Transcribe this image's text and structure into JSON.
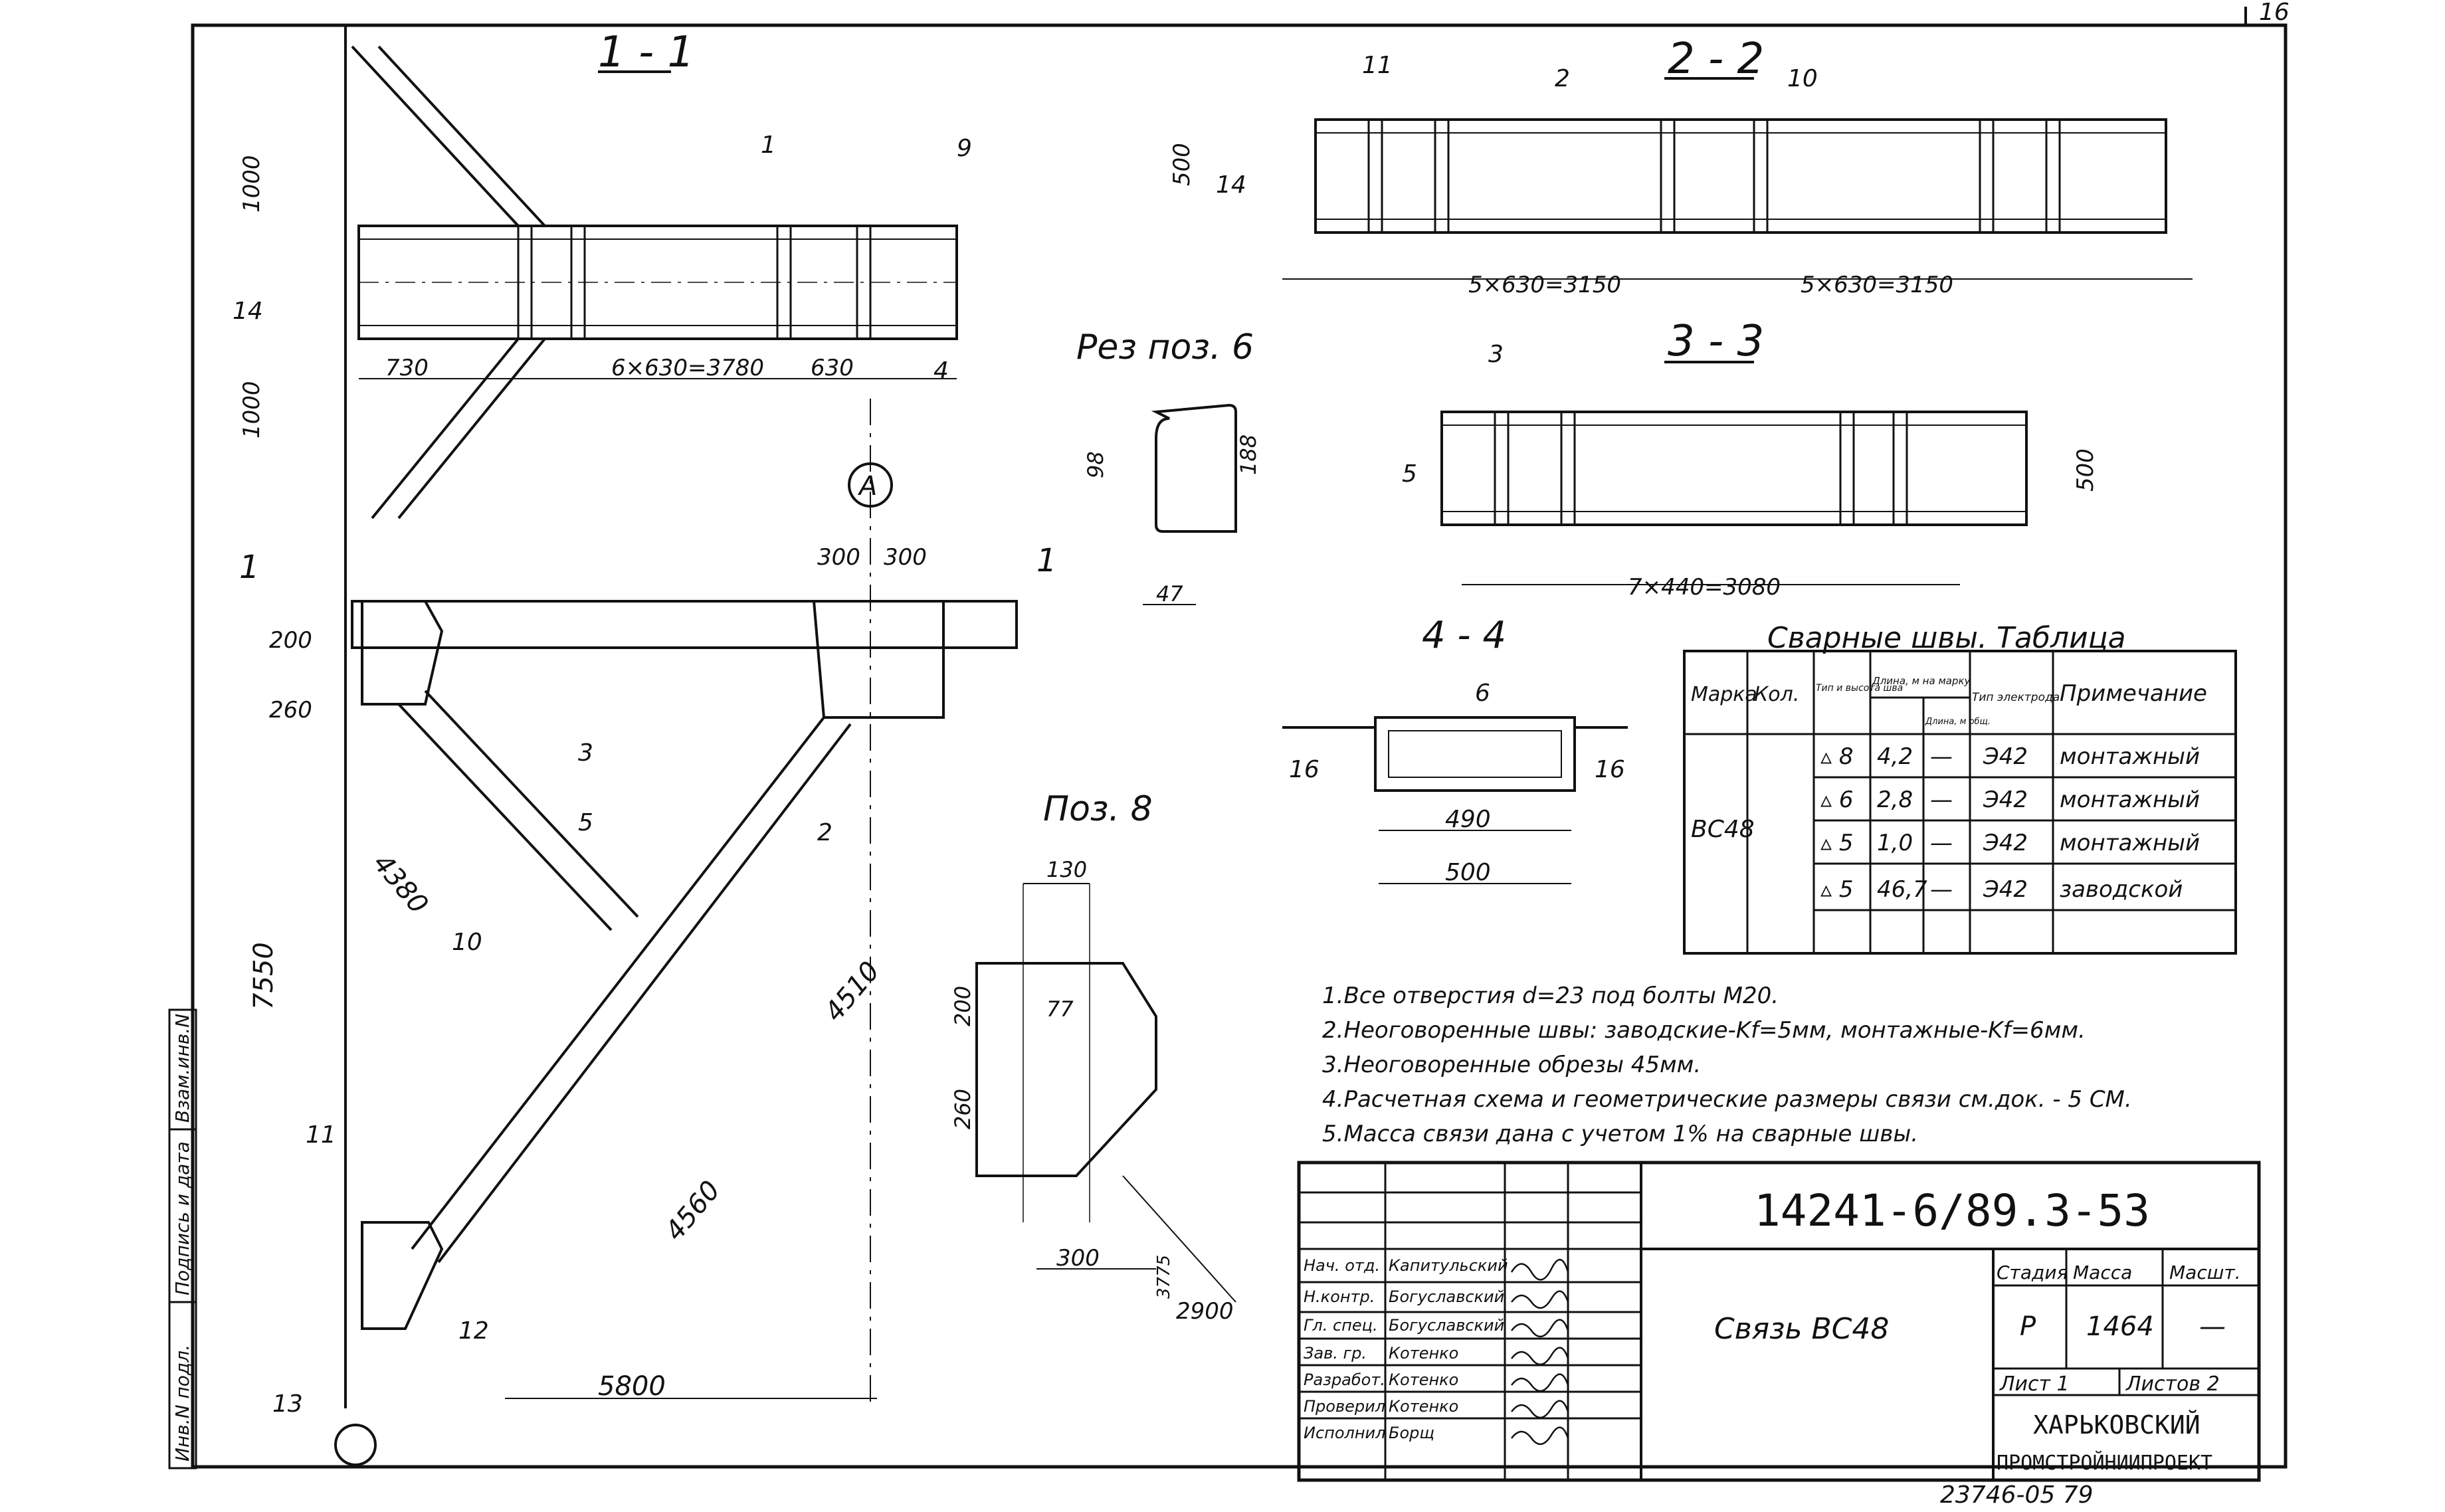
{
  "sheet": {
    "page_number": "16",
    "drawing_code": "14241-6/89.3-53",
    "title": "Связь ВС48",
    "stage_label": "Стадия",
    "stage": "Р",
    "mass_label": "Масса",
    "mass": "1464",
    "scale_label": "Масшт.",
    "scale": "—",
    "sheet_label": "Лист 1",
    "sheets_label": "Листов 2",
    "org_line1": "ХАРЬКОВСКИЙ",
    "org_line2": "ПРОМСТРОЙНИИПРОЕКТ",
    "inventory_number": "23746-05 79"
  },
  "side_stamp": [
    "Инв.N подл.",
    "Подпись и дата",
    "Взам.инв.N"
  ],
  "signatures": [
    {
      "role": "Нач. отд.",
      "name": "Капитульский"
    },
    {
      "role": "Н.контр.",
      "name": "Богуславский"
    },
    {
      "role": "Гл. спец.",
      "name": "Богуславский"
    },
    {
      "role": "Зав. гр.",
      "name": "Котенко"
    },
    {
      "role": "Разработ.",
      "name": "Котенко"
    },
    {
      "role": "Проверил",
      "name": "Котенко"
    },
    {
      "role": "Исполнил",
      "name": "Борщ"
    }
  ],
  "section_titles": {
    "s11": "1 - 1",
    "s22": "2 - 2",
    "s33": "3 - 3",
    "s44": "4 - 4",
    "cut6": "Рез поз. 6",
    "pos8": "Поз. 8",
    "axis": "А"
  },
  "weld_table": {
    "title": "Сварные швы. Таблица",
    "headers": [
      "Марка",
      "Кол.",
      "Тип и высота шва",
      "Длина, м на марку",
      "Длина, м общ.",
      "Тип электрода",
      "Примечание"
    ],
    "mark": "ВС48",
    "rows": [
      [
        "▵ 8",
        "4,2",
        "—",
        "Э42",
        "монтажный"
      ],
      [
        "▵ 6",
        "2,8",
        "—",
        "Э42",
        "монтажный"
      ],
      [
        "▵ 5",
        "1,0",
        "—",
        "Э42",
        "монтажный"
      ],
      [
        "▵ 5",
        "46,7",
        "—",
        "Э42",
        "заводской"
      ]
    ]
  },
  "notes": [
    "1.Все отверстия d=23 под болты М20.",
    "2.Неоговоренные швы: заводские-Kf=5мм, монтажные-Kf=6мм.",
    "3.Неоговоренные обрезы 45мм.",
    "4.Расчетная схема и геометрические размеры связи см.док. - 5 СМ.",
    "5.Масса связи дана с учетом 1% на сварные швы."
  ],
  "dimensions": {
    "d1": "6×630=3780",
    "d2": "5×630=3150",
    "d3": "7×440=3080",
    "d4": "5800",
    "d5": "7550",
    "d6": "4380",
    "d7": "4510",
    "d8": "4560",
    "d9": "490",
    "d10": "500",
    "d11": "1000",
    "d12": "2900",
    "d13": "3775",
    "d14": "730",
    "d15": "630",
    "d16": "300",
    "d17": "200",
    "d18": "260"
  }
}
